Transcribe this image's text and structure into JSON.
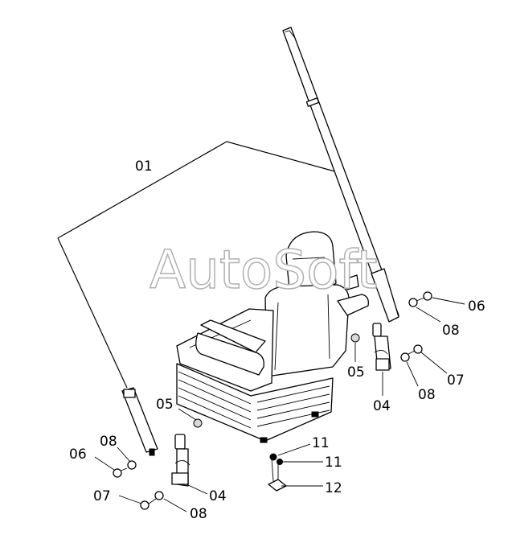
{
  "watermark": "AutoSoft",
  "callouts": {
    "c01": "01",
    "c04_right": "04",
    "c04_left": "04",
    "c05_right": "05",
    "c05_left": "05",
    "c06_right": "06",
    "c06_left": "06",
    "c07_right": "07",
    "c07_left": "07",
    "c08_right_upper": "08",
    "c08_right_lower": "08",
    "c08_left_upper": "08",
    "c08_left_lower": "08",
    "c11_upper": "11",
    "c11_lower": "11",
    "c12": "12"
  }
}
